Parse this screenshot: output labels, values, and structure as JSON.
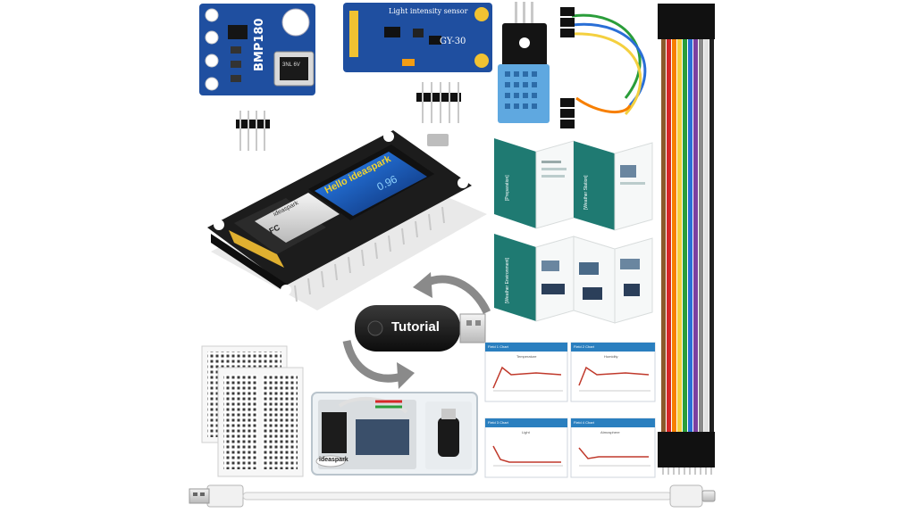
{
  "colors": {
    "pcb_blue": "#1f4fa0",
    "pcb_black": "#1c1c1c",
    "oled_blue": "#1a5fc9",
    "teal": "#1f7a72",
    "chart_header": "#2a7fbf",
    "usb_black": "#141414",
    "wire_colors": [
      "#8b5a2b",
      "#d62828",
      "#f77f00",
      "#f4d03f",
      "#2a9d3a",
      "#2a6fd6",
      "#7b3fa0",
      "#8a8a8a",
      "#f2f2f2",
      "#202020"
    ]
  },
  "bmp180": {
    "model": "BMP180",
    "sensor_text": "3NL 6V"
  },
  "gy30": {
    "title": "Light intensity sensor",
    "model": "GY-30"
  },
  "esp_board": {
    "oled_line1": "Hello ideaspark",
    "oled_line2": "0.96",
    "module_brand": "ideaspark",
    "module_mark": "FC"
  },
  "usb_drive": {
    "label": "Tutorial"
  },
  "kit_box": {
    "brand": "ideaspark"
  },
  "charts": [
    {
      "title": "Field 1 Chart",
      "subtitle": "Temperature"
    },
    {
      "title": "Field 2 Chart",
      "subtitle": "Humidity"
    },
    {
      "title": "Field 3 Chart",
      "subtitle": "Light"
    },
    {
      "title": "Field 4 Chart",
      "subtitle": "Atmosphere"
    }
  ],
  "booklets": [
    {
      "title": "[Preparation]"
    },
    {
      "title": "[Weather Station]"
    },
    {
      "title": "[Weather Environment]"
    }
  ]
}
